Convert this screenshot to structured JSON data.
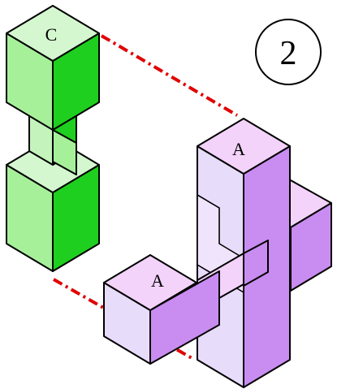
{
  "diagram": {
    "step_number": "2",
    "pieces": [
      {
        "id": "piece-c",
        "label": "C",
        "color_top": "#d4f7cf",
        "color_left": "#a6f09a",
        "color_right": "#1fcf1f"
      },
      {
        "id": "piece-a",
        "label": "A",
        "color_top": "#f3d3fa",
        "color_left": "#e8dcfb",
        "color_right": "#c98cf0"
      }
    ],
    "piece_a_labels": [
      "A",
      "A"
    ],
    "guide_color": "#e00000"
  }
}
